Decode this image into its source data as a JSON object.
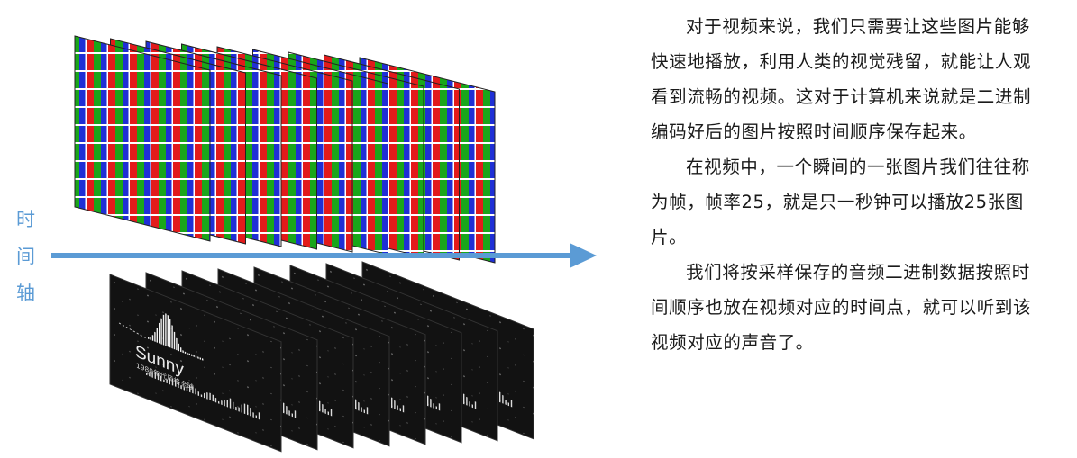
{
  "axis": {
    "label_chars": [
      "时",
      "间",
      "轴"
    ]
  },
  "image_frames": {
    "count": 9,
    "colors": [
      "#e21b1b",
      "#1aa61a",
      "#1f2fd6"
    ]
  },
  "audio_frames": {
    "count": 8,
    "song_title": "Sunny",
    "song_subtitle": "1980年代风格全球"
  },
  "text": {
    "paragraphs": [
      "对于视频来说，我们只需要让这些图片能够快速地播放，利用人类的视觉残留，就能让人观看到流畅的视频。这对于计算机来说就是二进制编码好后的图片按照时间顺序保存起来。",
      "在视频中，一个瞬间的一张图片我们往往称为帧，帧率25，就是只一秒钟可以播放25张图片。",
      "我们将按采样保存的音频二进制数据按照时间顺序也放在视频对应的时间点，就可以听到该视频对应的声音了。"
    ]
  },
  "colors": {
    "axis": "#5b9bd5",
    "frame_bg": "#111111"
  }
}
